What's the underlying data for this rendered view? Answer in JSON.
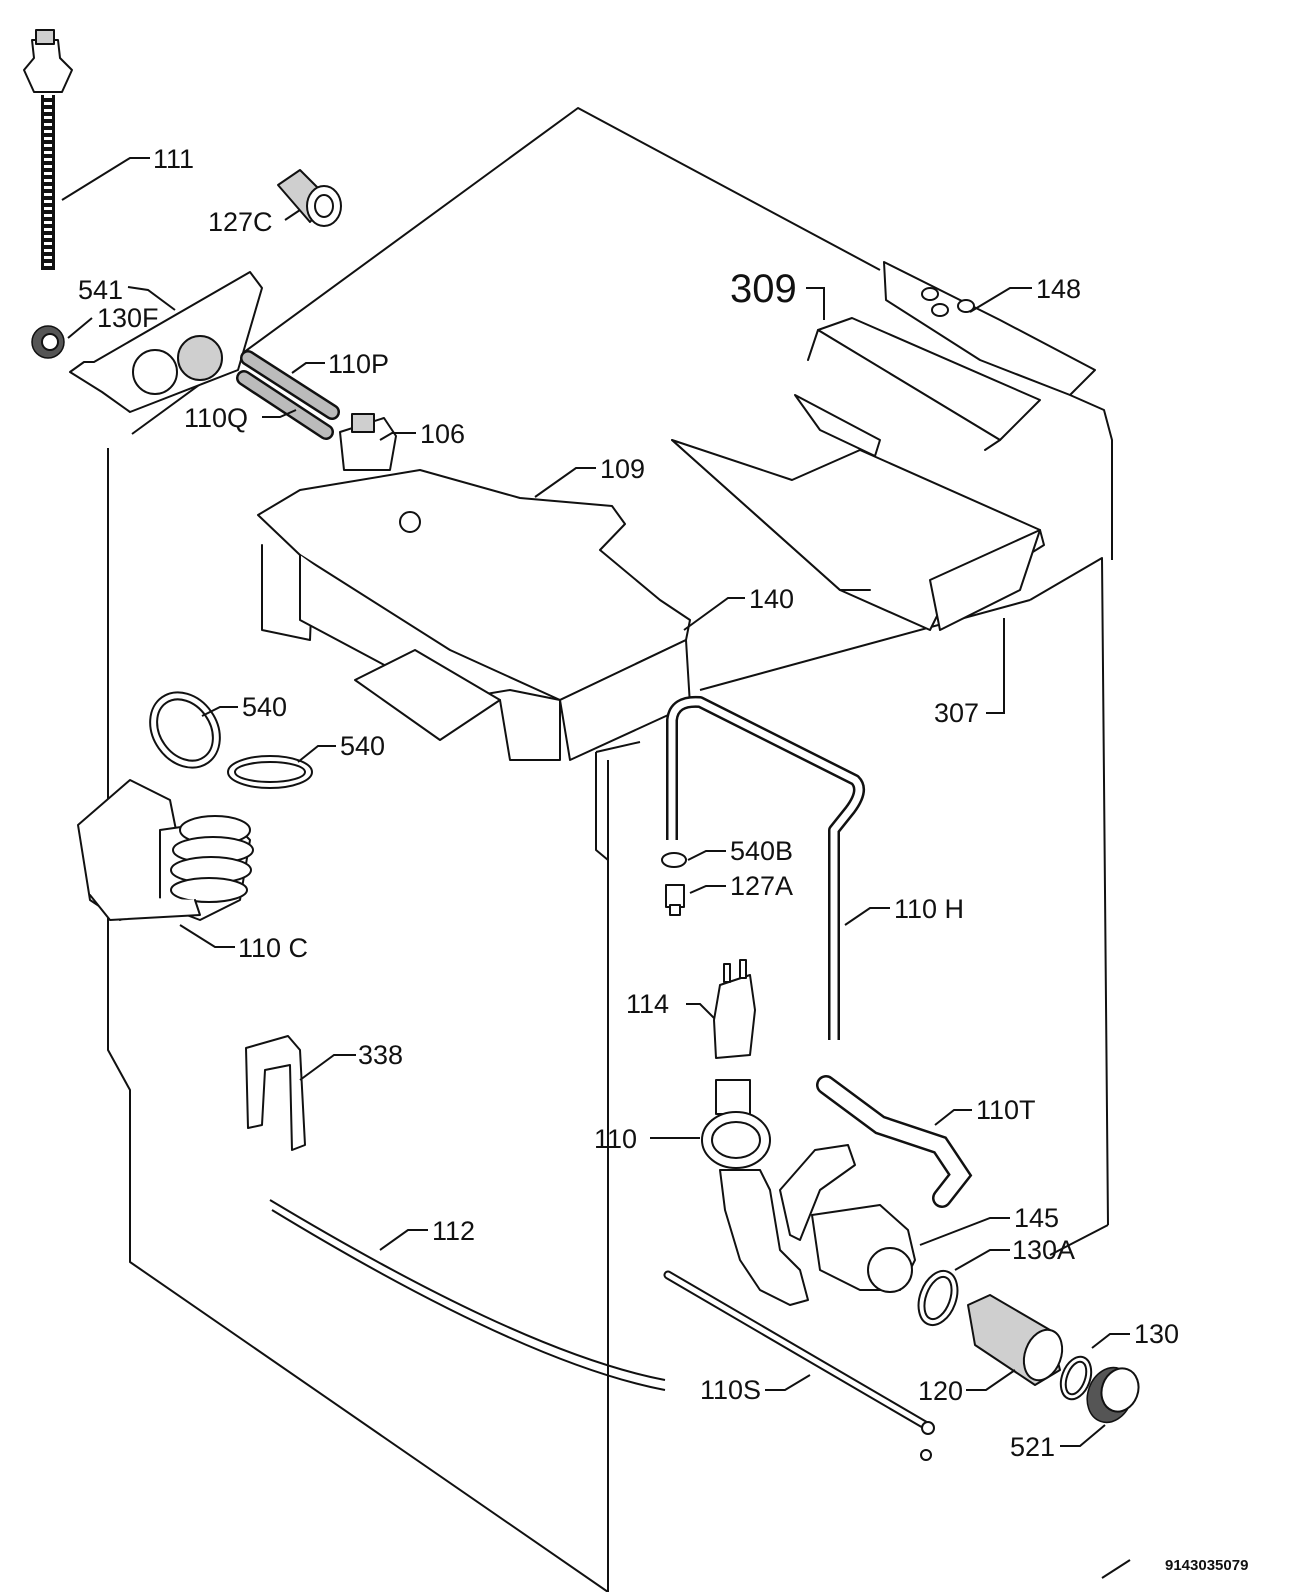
{
  "document_number": "9143035079",
  "callouts": {
    "c111": "111",
    "c127c": "127C",
    "c541": "541",
    "c130f": "130F",
    "c110p": "110P",
    "c110q": "110Q",
    "c106": "106",
    "c109": "109",
    "c309": "309",
    "c148": "148",
    "c140": "140",
    "c307": "307",
    "c540a": "540",
    "c540b": "540",
    "c540B": "540B",
    "c127a": "127A",
    "c110h": "110 H",
    "c110c": "110 C",
    "c114": "114",
    "c338": "338",
    "c110t": "110T",
    "c110": "110",
    "c145": "145",
    "c130a": "130A",
    "c112": "112",
    "c130": "130",
    "c110s": "110S",
    "c120": "120",
    "c521": "521"
  }
}
